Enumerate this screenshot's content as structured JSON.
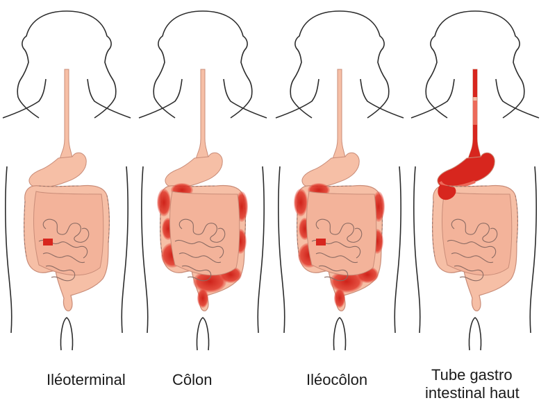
{
  "figures": [
    {
      "label": "Iléoterminal",
      "label_lines": [
        "Iléoterminal"
      ],
      "highlight": [
        "terminal-ileum"
      ]
    },
    {
      "label": "Côlon",
      "label_lines": [
        "Côlon"
      ],
      "highlight": [
        "colon"
      ]
    },
    {
      "label": "Iléocôlon",
      "label_lines": [
        "Iléocôlon"
      ],
      "highlight": [
        "terminal-ileum",
        "colon"
      ]
    },
    {
      "label": "Tube gastro intestinal haut",
      "label_lines": [
        "Tube gastro",
        "intestinal haut"
      ],
      "highlight": [
        "esophagus",
        "stomach",
        "duodenum"
      ]
    }
  ],
  "colors": {
    "outline": "#2b2b2b",
    "tissue": "#f6bfa6",
    "tissue_stroke": "#c98c78",
    "inflamed": "#d7261e",
    "inflamed_light": "#ec6a5a"
  }
}
